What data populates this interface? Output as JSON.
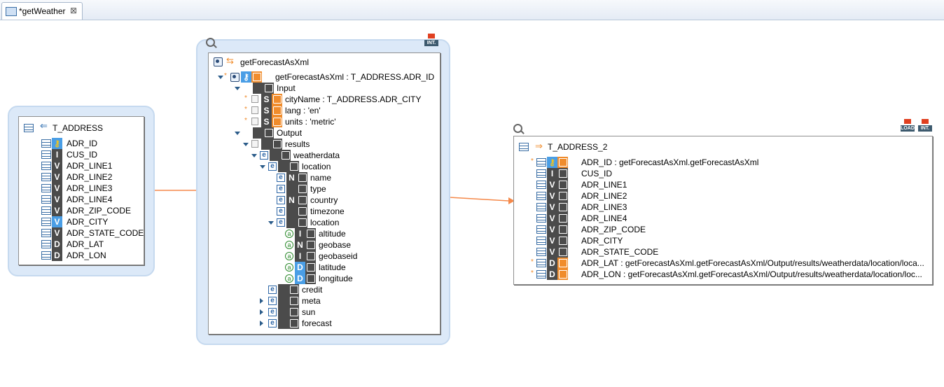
{
  "tab": {
    "title": "*getWeather",
    "close_glyph": "⊠"
  },
  "source": {
    "title": "T_ADDRESS",
    "rows": [
      {
        "badge": "key",
        "name": "ADR_ID"
      },
      {
        "badge": "I",
        "name": "CUS_ID"
      },
      {
        "badge": "V",
        "name": "ADR_LINE1"
      },
      {
        "badge": "V",
        "name": "ADR_LINE2"
      },
      {
        "badge": "V",
        "name": "ADR_LINE3"
      },
      {
        "badge": "V",
        "name": "ADR_LINE4"
      },
      {
        "badge": "V",
        "name": "ADR_ZIP_CODE"
      },
      {
        "badge": "V",
        "name": "ADR_CITY",
        "highlight": true
      },
      {
        "badge": "V",
        "name": "ADR_STATE_CODE"
      },
      {
        "badge": "D",
        "name": "ADR_LAT"
      },
      {
        "badge": "D",
        "name": "ADR_LON"
      }
    ]
  },
  "ws": {
    "title": "getForecastAsXml",
    "badge_label": "INT.",
    "root": "getForecastAsXml : T_ADDRESS.ADR_ID",
    "input_label": "Input",
    "params": [
      {
        "badge": "S",
        "text": "cityName : T_ADDRESS.ADR_CITY"
      },
      {
        "badge": "S",
        "text": "lang : 'en'"
      },
      {
        "badge": "S",
        "text": "units : 'metric'"
      }
    ],
    "output_label": "Output",
    "results_label": "results",
    "weatherdata_label": "weatherdata",
    "location_label": "location",
    "location_children": [
      {
        "badge": "N",
        "text": "name"
      },
      {
        "badge": "",
        "text": "type"
      },
      {
        "badge": "N",
        "text": "country"
      },
      {
        "badge": "",
        "text": "timezone"
      }
    ],
    "location2_label": "location",
    "attributes": [
      {
        "badge": "I",
        "text": "altitude"
      },
      {
        "badge": "N",
        "text": "geobase"
      },
      {
        "badge": "I",
        "text": "geobaseid"
      },
      {
        "badge": "D",
        "text": "latitude",
        "highlight": true
      },
      {
        "badge": "D",
        "text": "longitude",
        "highlight": true
      }
    ],
    "siblings": [
      {
        "text": "credit",
        "expandable": false
      },
      {
        "text": "meta",
        "expandable": true
      },
      {
        "text": "sun",
        "expandable": true
      },
      {
        "text": "forecast",
        "expandable": true
      }
    ]
  },
  "target": {
    "title": "T_ADDRESS_2",
    "badge_load": "LOAD",
    "badge_int": "INT.",
    "rows": [
      {
        "badge": "key",
        "mapped": true,
        "text": "ADR_ID : getForecastAsXml.getForecastAsXml"
      },
      {
        "badge": "I",
        "mapped": false,
        "text": "CUS_ID"
      },
      {
        "badge": "V",
        "mapped": false,
        "text": "ADR_LINE1"
      },
      {
        "badge": "V",
        "mapped": false,
        "text": "ADR_LINE2"
      },
      {
        "badge": "V",
        "mapped": false,
        "text": "ADR_LINE3"
      },
      {
        "badge": "V",
        "mapped": false,
        "text": "ADR_LINE4"
      },
      {
        "badge": "V",
        "mapped": false,
        "text": "ADR_ZIP_CODE"
      },
      {
        "badge": "V",
        "mapped": false,
        "text": "ADR_CITY"
      },
      {
        "badge": "V",
        "mapped": false,
        "text": "ADR_STATE_CODE"
      },
      {
        "badge": "D",
        "mapped": true,
        "text": "ADR_LAT : getForecastAsXml.getForecastAsXml/Output/results/weatherdata/location/loca..."
      },
      {
        "badge": "D",
        "mapped": true,
        "text": "ADR_LON : getForecastAsXml.getForecastAsXml/Output/results/weatherdata/location/loc..."
      }
    ]
  },
  "colors": {
    "link": "#f5894a",
    "group_bg": "#dce9f8",
    "highlight": "#4a9ee6",
    "mapped": "#f08c2c"
  }
}
